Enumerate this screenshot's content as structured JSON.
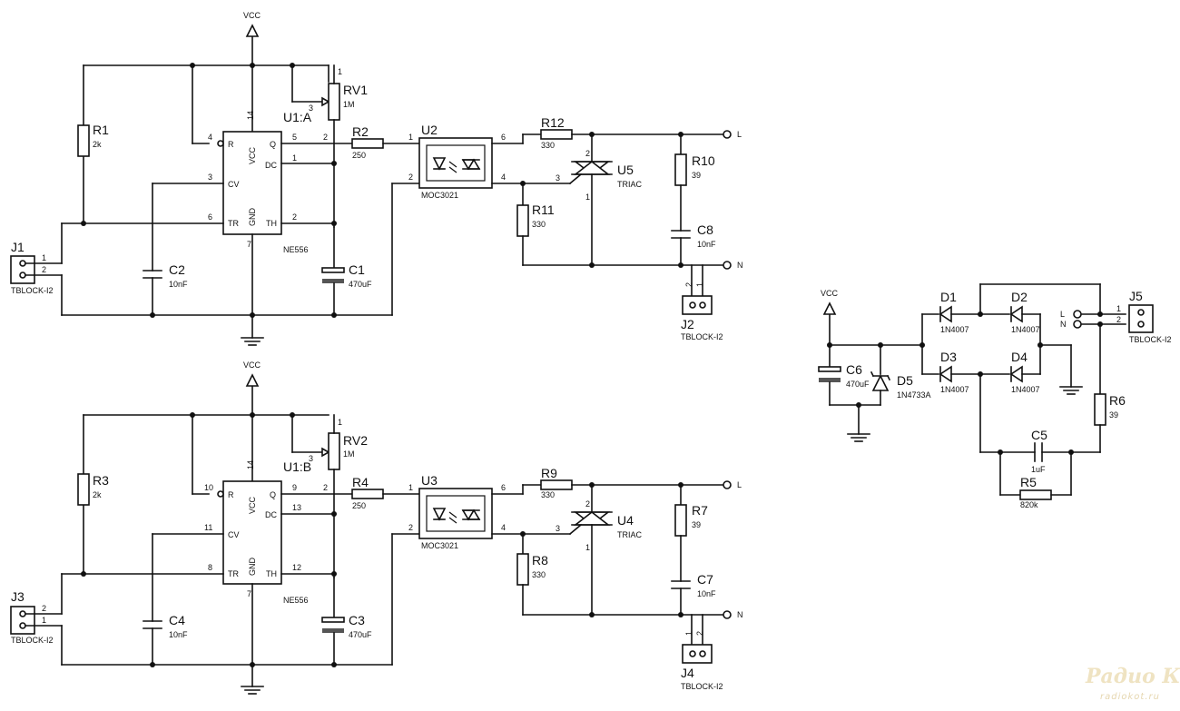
{
  "nets": {
    "vcc": "VCC",
    "line": "L",
    "neutral": "N"
  },
  "channels": [
    {
      "timer": {
        "ref": "U1:A",
        "value": "NE556",
        "pin_r": "4",
        "pin_cv": "3",
        "pin_tr": "6",
        "pin_q": "5",
        "pin_dc": "1",
        "pin_th": "2",
        "pin_vcc": "14",
        "pin_gnd": "7"
      },
      "r_timing": {
        "ref": "R1",
        "value": "2k"
      },
      "pot": {
        "ref": "RV1",
        "value": "1M",
        "pin_top": "1",
        "pin_wiper": "3",
        "pin_bottom": "2"
      },
      "c_cv": {
        "ref": "C2",
        "value": "10nF"
      },
      "c_timing": {
        "ref": "C1",
        "value": "470uF"
      },
      "r_led": {
        "ref": "R2",
        "value": "250"
      },
      "opto": {
        "ref": "U2",
        "value": "MOC3021",
        "pin1": "1",
        "pin2": "2",
        "pin6": "6",
        "pin4": "4"
      },
      "r_gate": {
        "ref": "R12",
        "value": "330"
      },
      "r_pull": {
        "ref": "R11",
        "value": "330"
      },
      "triac": {
        "ref": "U5",
        "value": "TRIAC",
        "pin_a2": "2",
        "pin_g": "3",
        "pin_a1": "1"
      },
      "r_snub": {
        "ref": "R10",
        "value": "39"
      },
      "c_snub": {
        "ref": "C8",
        "value": "10nF"
      },
      "j_in": {
        "ref": "J1",
        "value": "TBLOCK-I2",
        "pin_a": "1",
        "pin_b": "2"
      },
      "j_out": {
        "ref": "J2",
        "value": "TBLOCK-I2",
        "pin_a": "2",
        "pin_b": "1"
      }
    },
    {
      "timer": {
        "ref": "U1:B",
        "value": "NE556",
        "pin_r": "10",
        "pin_cv": "11",
        "pin_tr": "8",
        "pin_q": "9",
        "pin_dc": "13",
        "pin_th": "12",
        "pin_vcc": "14",
        "pin_gnd": "7"
      },
      "r_timing": {
        "ref": "R3",
        "value": "2k"
      },
      "pot": {
        "ref": "RV2",
        "value": "1M",
        "pin_top": "1",
        "pin_wiper": "3",
        "pin_bottom": "2"
      },
      "c_cv": {
        "ref": "C4",
        "value": "10nF"
      },
      "c_timing": {
        "ref": "C3",
        "value": "470uF"
      },
      "r_led": {
        "ref": "R4",
        "value": "250"
      },
      "opto": {
        "ref": "U3",
        "value": "MOC3021",
        "pin1": "1",
        "pin2": "2",
        "pin6": "6",
        "pin4": "4"
      },
      "r_gate": {
        "ref": "R9",
        "value": "330"
      },
      "r_pull": {
        "ref": "R8",
        "value": "330"
      },
      "triac": {
        "ref": "U4",
        "value": "TRIAC",
        "pin_a2": "2",
        "pin_g": "3",
        "pin_a1": "1"
      },
      "r_snub": {
        "ref": "R7",
        "value": "39"
      },
      "c_snub": {
        "ref": "C7",
        "value": "10nF"
      },
      "j_in": {
        "ref": "J3",
        "value": "TBLOCK-I2",
        "pin_a": "2",
        "pin_b": "1"
      },
      "j_out": {
        "ref": "J4",
        "value": "TBLOCK-I2",
        "pin_a": "1",
        "pin_b": "2"
      }
    }
  ],
  "timer_pin_names": {
    "r": "R",
    "cv": "CV",
    "tr": "TR",
    "q": "Q",
    "dc": "DC",
    "th": "TH",
    "vcc": "VCC",
    "gnd": "GND"
  },
  "supply": {
    "d1": {
      "ref": "D1",
      "value": "1N4007"
    },
    "d2": {
      "ref": "D2",
      "value": "1N4007"
    },
    "d3": {
      "ref": "D3",
      "value": "1N4007"
    },
    "d4": {
      "ref": "D4",
      "value": "1N4007"
    },
    "d5": {
      "ref": "D5",
      "value": "1N4733A"
    },
    "c6": {
      "ref": "C6",
      "value": "470uF"
    },
    "c5": {
      "ref": "C5",
      "value": "1uF"
    },
    "r5": {
      "ref": "R5",
      "value": "820k"
    },
    "r6": {
      "ref": "R6",
      "value": "39"
    },
    "j5": {
      "ref": "J5",
      "value": "TBLOCK-I2",
      "pin_a": "1",
      "pin_b": "2"
    }
  },
  "watermark": {
    "title": "Радио КОТ",
    "site": "radiokot.ru"
  }
}
